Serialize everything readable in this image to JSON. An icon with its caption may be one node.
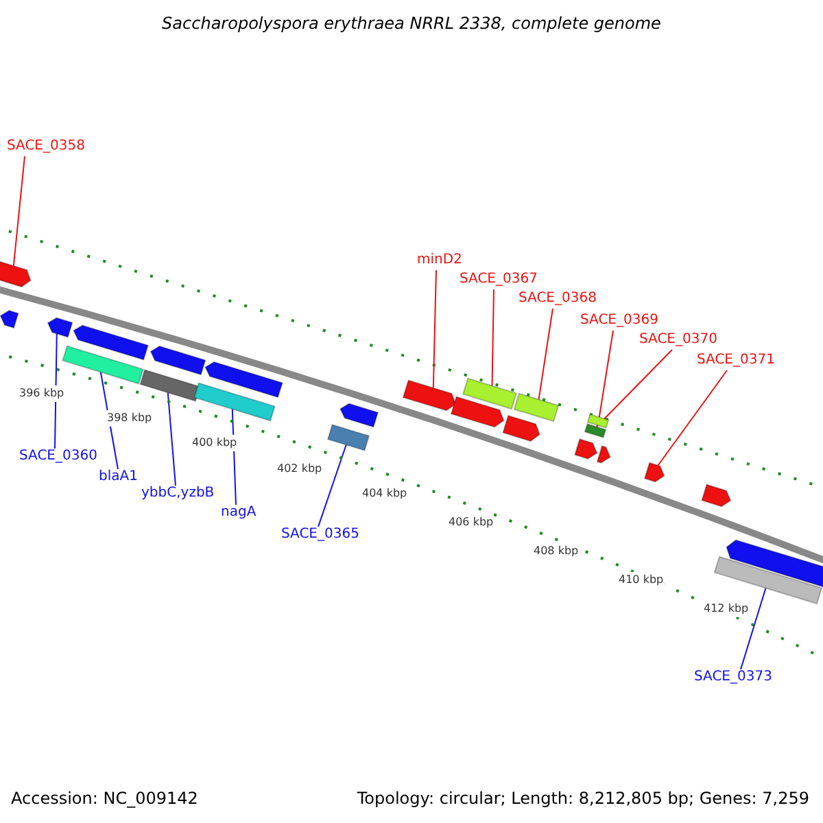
{
  "diagram": {
    "title": "Saccharopolyspora erythraea NRRL 2338, complete genome",
    "nodes": [
      {
        "text": [
          "SACE_0358"
        ]
      },
      {
        "text": [],
        "shape": "bar"
      },
      {
        "text": [
          "minD2"
        ]
      },
      {
        "text": [],
        "shape": "bar"
      },
      {
        "text": [
          "SACE_0367"
        ]
      },
      {
        "text": [],
        "shape": "bar"
      },
      {
        "text": [
          "SACE_0368"
        ]
      },
      {
        "text": [],
        "shape": "bar"
      },
      {
        "text": [
          "SACE_0369"
        ]
      },
      {
        "text": [],
        "shape": "bar"
      },
      {
        "text": [
          "SACE_0370"
        ]
      },
      {
        "text": [],
        "shape": "bar"
      },
      {
        "text": [
          "SACE_0371"
        ]
      },
      {
        "text": [],
        "shape": "bar"
      },
      {
        "text": [
          "SACE_0360"
        ]
      },
      {
        "text": [],
        "shape": "bar"
      },
      {
        "text": [
          "blaA1"
        ]
      },
      {
        "text": [],
        "shape": "bar"
      },
      {
        "text": [
          "ybbC,yzbB"
        ]
      },
      {
        "text": [],
        "shape": "bar"
      },
      {
        "text": [
          "nagA"
        ]
      },
      {
        "text": [],
        "shape": "bar"
      },
      {
        "text": [
          "SACE_0365"
        ]
      },
      {
        "text": [],
        "shape": "bar"
      },
      {
        "text": [
          "SACE_0373"
        ]
      },
      {
        "text": [],
        "shape": "bar"
      },
      {
        "text": [],
        "shape": "bar"
      },
      {
        "text": [],
        "shape": "bar"
      },
      {
        "text": [],
        "shape": "bar"
      },
      {
        "text": [],
        "shape": "bar"
      },
      {
        "text": [],
        "shape": "bar"
      },
      {
        "text": [],
        "shape": "bar"
      },
      {
        "text": [],
        "shape": "bar"
      },
      {
        "text": [],
        "shape": "bar"
      },
      {
        "text": [],
        "shape": "bar"
      },
      {
        "text": [],
        "shape": "bar"
      },
      {
        "text": [],
        "shape": "bar"
      }
    ],
    "edges": [
      {
        "from": 0,
        "to": 1,
        "arrow": "none"
      },
      {
        "from": 2,
        "to": 3,
        "arrow": "none"
      },
      {
        "from": 4,
        "to": 5,
        "arrow": "none"
      },
      {
        "from": 6,
        "to": 7,
        "arrow": "none"
      },
      {
        "from": 8,
        "to": 9,
        "arrow": "none"
      },
      {
        "from": 10,
        "to": 11,
        "arrow": "none"
      },
      {
        "from": 12,
        "to": 13,
        "arrow": "none"
      },
      {
        "from": 14,
        "to": 15,
        "arrow": "none",
        "color": "#1010ee"
      },
      {
        "from": 16,
        "to": 17,
        "arrow": "none",
        "color": "#1010ee"
      },
      {
        "from": 18,
        "to": 19,
        "arrow": "none",
        "color": "#1010ee"
      },
      {
        "from": 20,
        "to": 21,
        "arrow": "none",
        "color": "#1010ee"
      },
      {
        "from": 22,
        "to": 23,
        "arrow": "none",
        "color": "#1010ee"
      },
      {
        "from": 24,
        "to": 25,
        "arrow": "none",
        "color": "#1010ee"
      }
    ],
    "labels": [
      "396 kbp",
      "398 kbp",
      "400 kbp",
      "402 kbp",
      "404 kbp",
      "406 kbp",
      "408 kbp",
      "410 kbp",
      "412 kbp",
      "Accession: NC_009142",
      "Topology: circular; Length: 8,212,805 bp; Genes: 7,259"
    ]
  }
}
